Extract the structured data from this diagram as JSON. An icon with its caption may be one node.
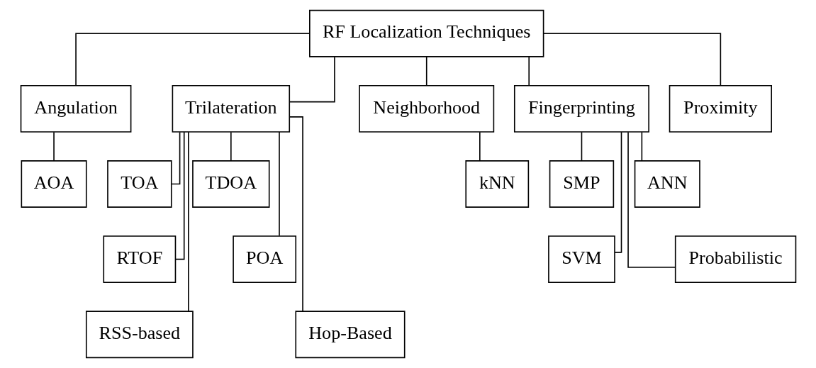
{
  "diagram": {
    "nodes": [
      {
        "text": [
          "RF Localization Techniques"
        ]
      },
      {
        "text": [
          "Angulation"
        ]
      },
      {
        "text": [
          "Trilateration"
        ]
      },
      {
        "text": [
          "Neighborhood"
        ]
      },
      {
        "text": [
          "Fingerprinting"
        ]
      },
      {
        "text": [
          "Proximity"
        ]
      },
      {
        "text": [
          "AOA"
        ]
      },
      {
        "text": [
          "TOA"
        ]
      },
      {
        "text": [
          "TDOA"
        ]
      },
      {
        "text": [
          "RTOF"
        ]
      },
      {
        "text": [
          "POA"
        ]
      },
      {
        "text": [
          "RSS-based"
        ]
      },
      {
        "text": [
          "Hop-Based"
        ]
      },
      {
        "text": [
          "kNN"
        ]
      },
      {
        "text": [
          "SMP"
        ]
      },
      {
        "text": [
          "ANN"
        ]
      },
      {
        "text": [
          "SVM"
        ]
      },
      {
        "text": [
          "Probabilistic"
        ]
      }
    ],
    "edges": [
      {
        "from": 0,
        "to": 1,
        "arrow": "none"
      },
      {
        "from": 0,
        "to": 2,
        "arrow": "none"
      },
      {
        "from": 0,
        "to": 3,
        "arrow": "none"
      },
      {
        "from": 0,
        "to": 4,
        "arrow": "none"
      },
      {
        "from": 0,
        "to": 5,
        "arrow": "none"
      },
      {
        "from": 1,
        "to": 6,
        "arrow": "none"
      },
      {
        "from": 2,
        "to": 7,
        "arrow": "none"
      },
      {
        "from": 2,
        "to": 8,
        "arrow": "none"
      },
      {
        "from": 2,
        "to": 9,
        "arrow": "none"
      },
      {
        "from": 2,
        "to": 10,
        "arrow": "none"
      },
      {
        "from": 2,
        "to": 11,
        "arrow": "none"
      },
      {
        "from": 2,
        "to": 12,
        "arrow": "none"
      },
      {
        "from": 3,
        "to": 13,
        "arrow": "none"
      },
      {
        "from": 4,
        "to": 14,
        "arrow": "none"
      },
      {
        "from": 4,
        "to": 15,
        "arrow": "none"
      },
      {
        "from": 4,
        "to": 16,
        "arrow": "none"
      },
      {
        "from": 4,
        "to": 17,
        "arrow": "none"
      }
    ]
  }
}
